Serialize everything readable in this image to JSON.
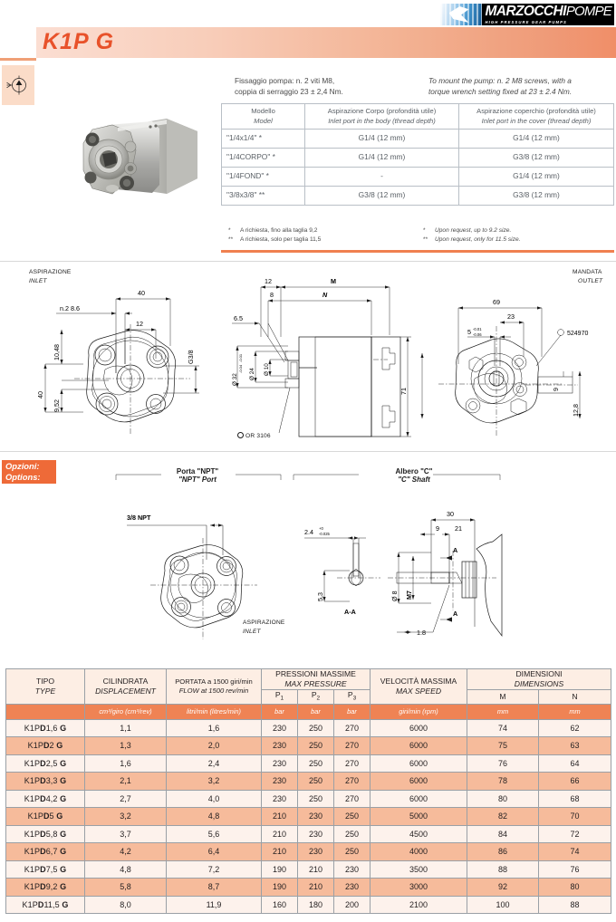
{
  "logo": {
    "brand_main": "MARZOCCHI",
    "brand_sub": "POMPE",
    "tagline": "HIGH PRESSURE GEAR PUMPS"
  },
  "header": {
    "title": "K1P G",
    "symbol_icon": "hydraulic-pump-symbol-icon"
  },
  "mounting_note": {
    "italian": "Fissaggio pompa: n. 2 viti M8,\ncoppia di serraggio 23 ± 2,4 Nm.",
    "italian_line1": "Fissaggio pompa: n. 2 viti M8,",
    "italian_line2": "coppia di serraggio 23 ± 2,4 Nm.",
    "english_line1": "To mount the pump: n. 2 M8 screws, with a",
    "english_line2": "torque wrench setting fixed at 23 ± 2.4 Nm."
  },
  "port_table": {
    "headers": [
      {
        "it": "Modello",
        "en": "Model"
      },
      {
        "it": "Aspirazione Corpo (profondità utile)",
        "en": "Inlet port in the body (thread depth)"
      },
      {
        "it": "Aspirazione coperchio (profondità utile)",
        "en": "Inlet port in the cover (thread depth)"
      }
    ],
    "rows": [
      {
        "model": "\"1/4x1/4\" *",
        "body": "G1/4 (12 mm)",
        "cover": "G1/4 (12 mm)"
      },
      {
        "model": "\"1/4CORPO\" *",
        "body": "G1/4 (12 mm)",
        "cover": "G3/8 (12 mm)"
      },
      {
        "model": "\"1/4FOND\" *",
        "body": "-",
        "cover": "G1/4 (12 mm)"
      },
      {
        "model": "\"3/8x3/8\" **",
        "body": "G3/8 (12 mm)",
        "cover": "G3/8 (12 mm)"
      }
    ],
    "footnotes": [
      {
        "mark": "*",
        "it": "A richiesta, fino alla taglia 9,2",
        "en": "Upon request, up to 9.2 size."
      },
      {
        "mark": "**",
        "it": "A richiesta, solo per taglia 11,5",
        "en": "Upon request, only  for 11.5 size."
      }
    ]
  },
  "drawings": {
    "inlet_label": {
      "it": "ASPIRAZIONE",
      "en": "INLET"
    },
    "outlet_label": {
      "it": "MANDATA",
      "en": "OUTLET"
    },
    "front_view_dims": [
      "40",
      "12",
      "n.2 8.6",
      "10,48",
      "9,52",
      "40",
      "G3/8"
    ],
    "side_view_dims": [
      "12",
      "8",
      "M",
      "N",
      "6.5",
      "Ø 32",
      "-0.01",
      "-0.04",
      "Ø 24",
      "Ø 10",
      "71",
      "OR 3106"
    ],
    "rear_view_dims": [
      "69",
      "23",
      "5",
      "-0.01",
      "-0.06",
      "9",
      "12.8",
      "524970"
    ],
    "or_ref": "OR 3106",
    "seal_ref": "524970"
  },
  "options": {
    "badge_it": "Opzioni:",
    "badge_en": "Options:",
    "npt": {
      "title_it": "Porta \"NPT\"",
      "title_en": "\"NPT\" Port",
      "thread": "3/8 NPT",
      "inlet_it": "ASPIRAZIONE",
      "inlet_en": "INLET"
    },
    "shaft": {
      "title_it": "Albero \"C\"",
      "title_en": "\"C\" Shaft",
      "dims": [
        "30",
        "9",
        "21",
        "Ø 8",
        "M7",
        "2.4",
        "+0",
        "-0.025",
        "5.3",
        "1.8"
      ],
      "section_label": "A-A",
      "section_marks": [
        "A",
        "A"
      ]
    }
  },
  "spec_table": {
    "headers": {
      "type": {
        "it": "TIPO",
        "en": "TYPE"
      },
      "displacement": {
        "it": "CILINDRATA",
        "en": "DISPLACEMENT"
      },
      "flow": {
        "it": "PORTATA a 1500 giri/min",
        "en": "FLOW at 1500 rev/min"
      },
      "pressure": {
        "it": "PRESSIONI MASSIME",
        "en": "MAX PRESSURE"
      },
      "speed": {
        "it": "VELOCITÀ MASSIMA",
        "en": "MAX SPEED"
      },
      "dimensions": {
        "it": "DIMENSIONI",
        "en": "DIMENSIONS"
      },
      "p1": "P1",
      "p2": "P2",
      "p3": "P3",
      "m": "M",
      "n": "N"
    },
    "units": {
      "displacement": "cm³/giro (cm³/rev)",
      "flow": "litri/min (litres/min)",
      "p1": "bar",
      "p2": "bar",
      "p3": "bar",
      "speed": "giri/min (rpm)",
      "m": "mm",
      "n": "mm"
    },
    "rows": [
      {
        "prefix": "K1P",
        "d": "D",
        "size": "1,6",
        "suffix": "G",
        "displacement": "1,1",
        "flow": "1,6",
        "p1": "230",
        "p2": "250",
        "p3": "270",
        "speed": "6000",
        "m": "74",
        "n": "62"
      },
      {
        "prefix": "K1P",
        "d": "D",
        "size": "2",
        "suffix": "G",
        "displacement": "1,3",
        "flow": "2,0",
        "p1": "230",
        "p2": "250",
        "p3": "270",
        "speed": "6000",
        "m": "75",
        "n": "63"
      },
      {
        "prefix": "K1P",
        "d": "D",
        "size": "2,5",
        "suffix": "G",
        "displacement": "1,6",
        "flow": "2,4",
        "p1": "230",
        "p2": "250",
        "p3": "270",
        "speed": "6000",
        "m": "76",
        "n": "64"
      },
      {
        "prefix": "K1P",
        "d": "D",
        "size": "3,3",
        "suffix": "G",
        "displacement": "2,1",
        "flow": "3,2",
        "p1": "230",
        "p2": "250",
        "p3": "270",
        "speed": "6000",
        "m": "78",
        "n": "66"
      },
      {
        "prefix": "K1P",
        "d": "D",
        "size": "4,2",
        "suffix": "G",
        "displacement": "2,7",
        "flow": "4,0",
        "p1": "230",
        "p2": "250",
        "p3": "270",
        "speed": "6000",
        "m": "80",
        "n": "68"
      },
      {
        "prefix": "K1P",
        "d": "D",
        "size": "5",
        "suffix": "G",
        "displacement": "3,2",
        "flow": "4,8",
        "p1": "210",
        "p2": "230",
        "p3": "250",
        "speed": "5000",
        "m": "82",
        "n": "70"
      },
      {
        "prefix": "K1P",
        "d": "D",
        "size": "5,8",
        "suffix": "G",
        "displacement": "3,7",
        "flow": "5,6",
        "p1": "210",
        "p2": "230",
        "p3": "250",
        "speed": "4500",
        "m": "84",
        "n": "72"
      },
      {
        "prefix": "K1P",
        "d": "D",
        "size": "6,7",
        "suffix": "G",
        "displacement": "4,2",
        "flow": "6,4",
        "p1": "210",
        "p2": "230",
        "p3": "250",
        "speed": "4000",
        "m": "86",
        "n": "74"
      },
      {
        "prefix": "K1P",
        "d": "D",
        "size": "7,5",
        "suffix": "G",
        "displacement": "4,8",
        "flow": "7,2",
        "p1": "190",
        "p2": "210",
        "p3": "230",
        "speed": "3500",
        "m": "88",
        "n": "76"
      },
      {
        "prefix": "K1P",
        "d": "D",
        "size": "9,2",
        "suffix": "G",
        "displacement": "5,8",
        "flow": "8,7",
        "p1": "190",
        "p2": "210",
        "p3": "230",
        "speed": "3000",
        "m": "92",
        "n": "80"
      },
      {
        "prefix": "K1P",
        "d": "D",
        "size": "11,5",
        "suffix": "G",
        "displacement": "8,0",
        "flow": "11,9",
        "p1": "160",
        "p2": "180",
        "p3": "200",
        "speed": "2100",
        "m": "100",
        "n": "88"
      }
    ]
  },
  "colors": {
    "accent_orange": "#ee6a38",
    "title_orange": "#e8522a",
    "band_orange": "#ef8354",
    "row_dark": "#f6bb9b",
    "row_light": "#fdf2ec",
    "header_peach": "#fdeee4"
  }
}
